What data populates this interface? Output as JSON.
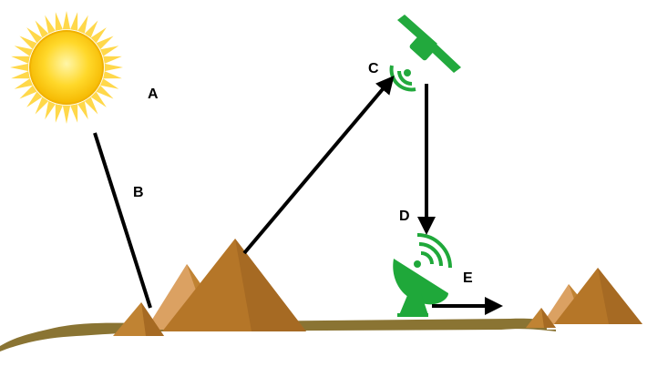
{
  "labels": {
    "a": "A",
    "b": "B",
    "c": "C",
    "d": "D",
    "e": "E"
  },
  "icons": {
    "sun": "sun-icon",
    "satellite": "satellite-icon",
    "dish": "satellite-dish-icon",
    "pyramids_main": "pyramids-icon",
    "pyramids_remote": "pyramids-icon"
  },
  "colors": {
    "sun_core": "#ffd21f",
    "sun_rays": "#ffd84a",
    "satellite": "#22a93d",
    "dish": "#1fa83a",
    "pyramid_dark": "#a66a23",
    "pyramid_mid": "#c08333",
    "pyramid_light": "#dba162",
    "ground": "#8a7433",
    "arrow": "#000000"
  }
}
